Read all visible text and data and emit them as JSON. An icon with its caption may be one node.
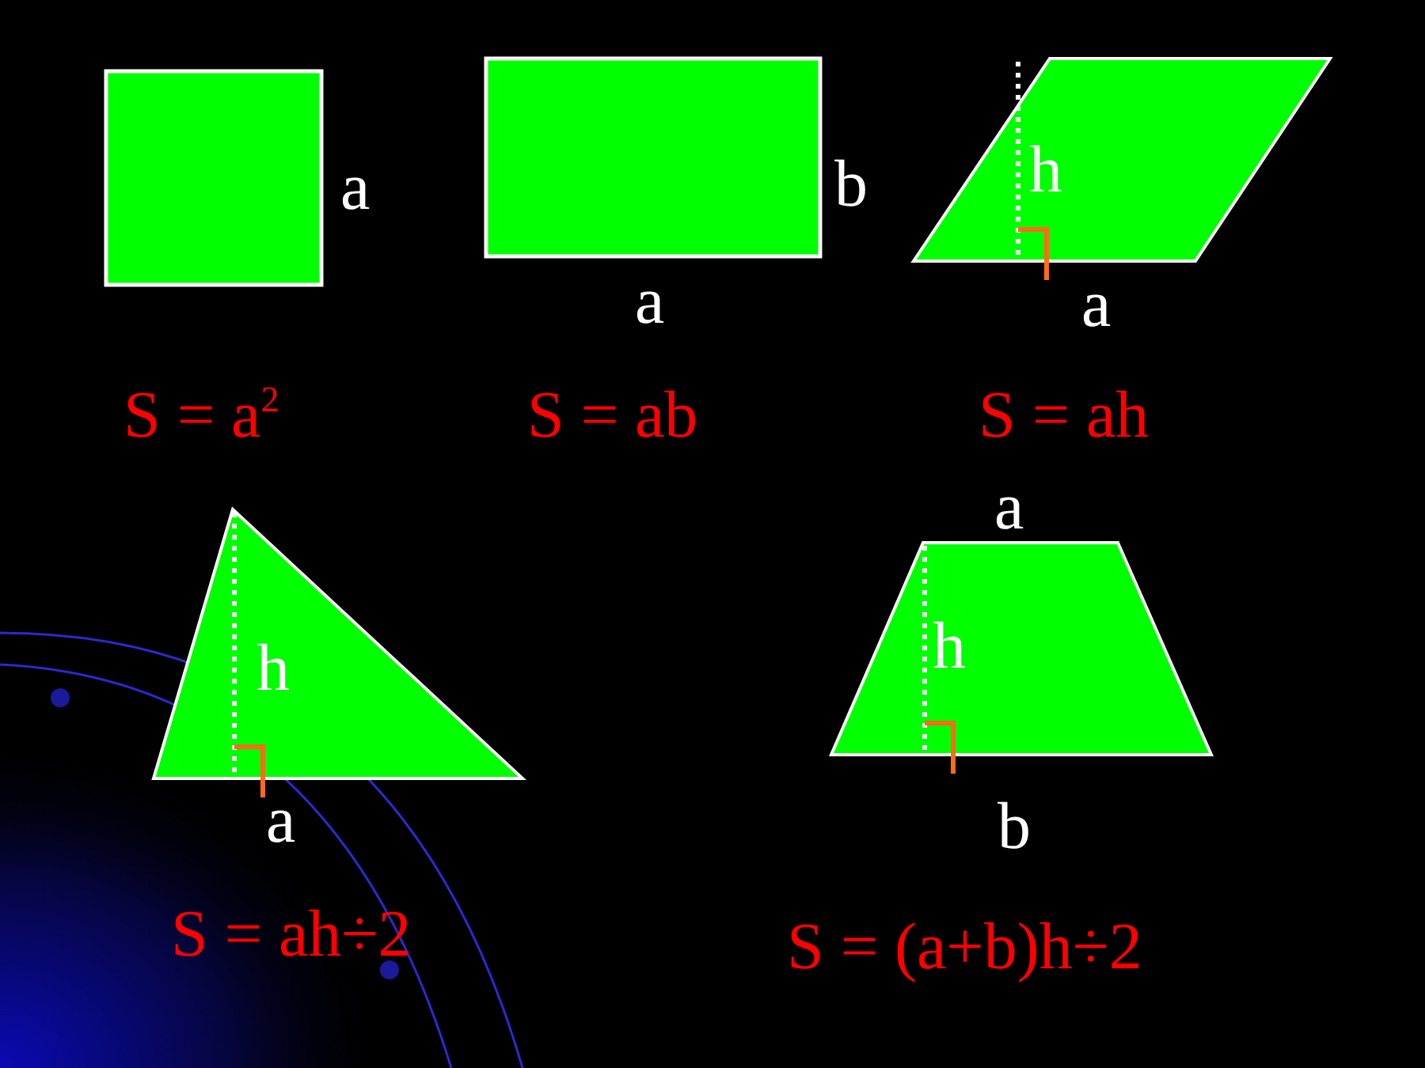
{
  "diagram": {
    "nodes": [
      {
        "text": [],
        "shape": "box",
        "beside": [
          "a"
        ]
      },
      {
        "text": [],
        "shape": "box",
        "beside": [
          "b",
          "a"
        ]
      },
      {
        "text": [
          "h"
        ],
        "beside": [
          "a"
        ]
      },
      {
        "text": [
          "h"
        ],
        "beside": [
          "a"
        ]
      },
      {
        "text": [
          "h"
        ],
        "beside": [
          "a",
          "b"
        ]
      }
    ],
    "labels": [
      "S = a$^{2}$",
      "S = ab",
      "S = ah",
      "S = ah÷2",
      "S = (a+b)h÷2"
    ]
  }
}
